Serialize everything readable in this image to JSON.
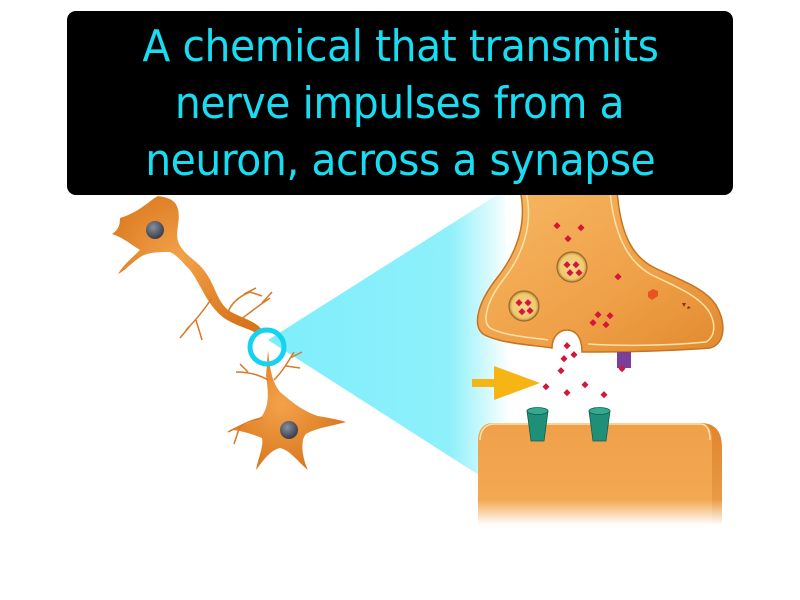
{
  "definition": {
    "lines": [
      "A chemical that transmits",
      "nerve impulses from a",
      "neuron, across a synapse"
    ],
    "text_color": "#18dcf2",
    "background_color": "#000000"
  },
  "illustration": {
    "subject": "synapse",
    "elements": [
      "upper-neuron",
      "lower-neuron",
      "magnifier-circle",
      "zoom-cone",
      "presynaptic-terminal",
      "synaptic-vesicles",
      "neurotransmitter-molecules",
      "postsynaptic-membrane",
      "receptor-channels",
      "reuptake-transporter",
      "direction-arrow"
    ],
    "colors": {
      "neuron": "#e8892a",
      "nucleus": "#5a5f6e",
      "cone": "#7eeefb",
      "magnifier": "#14d2f0",
      "terminal": "#f0a048",
      "neurotransmitter": "#d4163a",
      "receptor": "#1f8f78",
      "transporter": "#7a3f9a",
      "arrow": "#f7b515"
    }
  }
}
